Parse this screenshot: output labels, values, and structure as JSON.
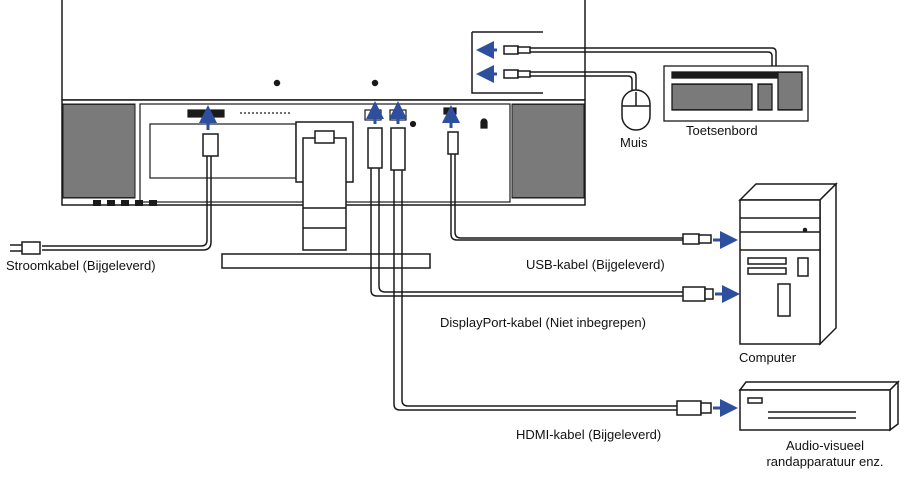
{
  "labels": {
    "power_cable": "Stroomkabel (Bijgeleverd)",
    "usb_cable": "USB-kabel (Bijgeleverd)",
    "displayport_cable": "DisplayPort-kabel (Niet inbegrepen)",
    "hdmi_cable": "HDMI-kabel (Bijgeleverd)",
    "mouse": "Muis",
    "keyboard": "Toetsenbord",
    "computer": "Computer",
    "av_device_line1": "Audio-visueel",
    "av_device_line2": "randapparatuur enz."
  },
  "colors": {
    "arrow": "#2e4e9e",
    "line": "#1a1a1a",
    "hatch": "#333333"
  }
}
